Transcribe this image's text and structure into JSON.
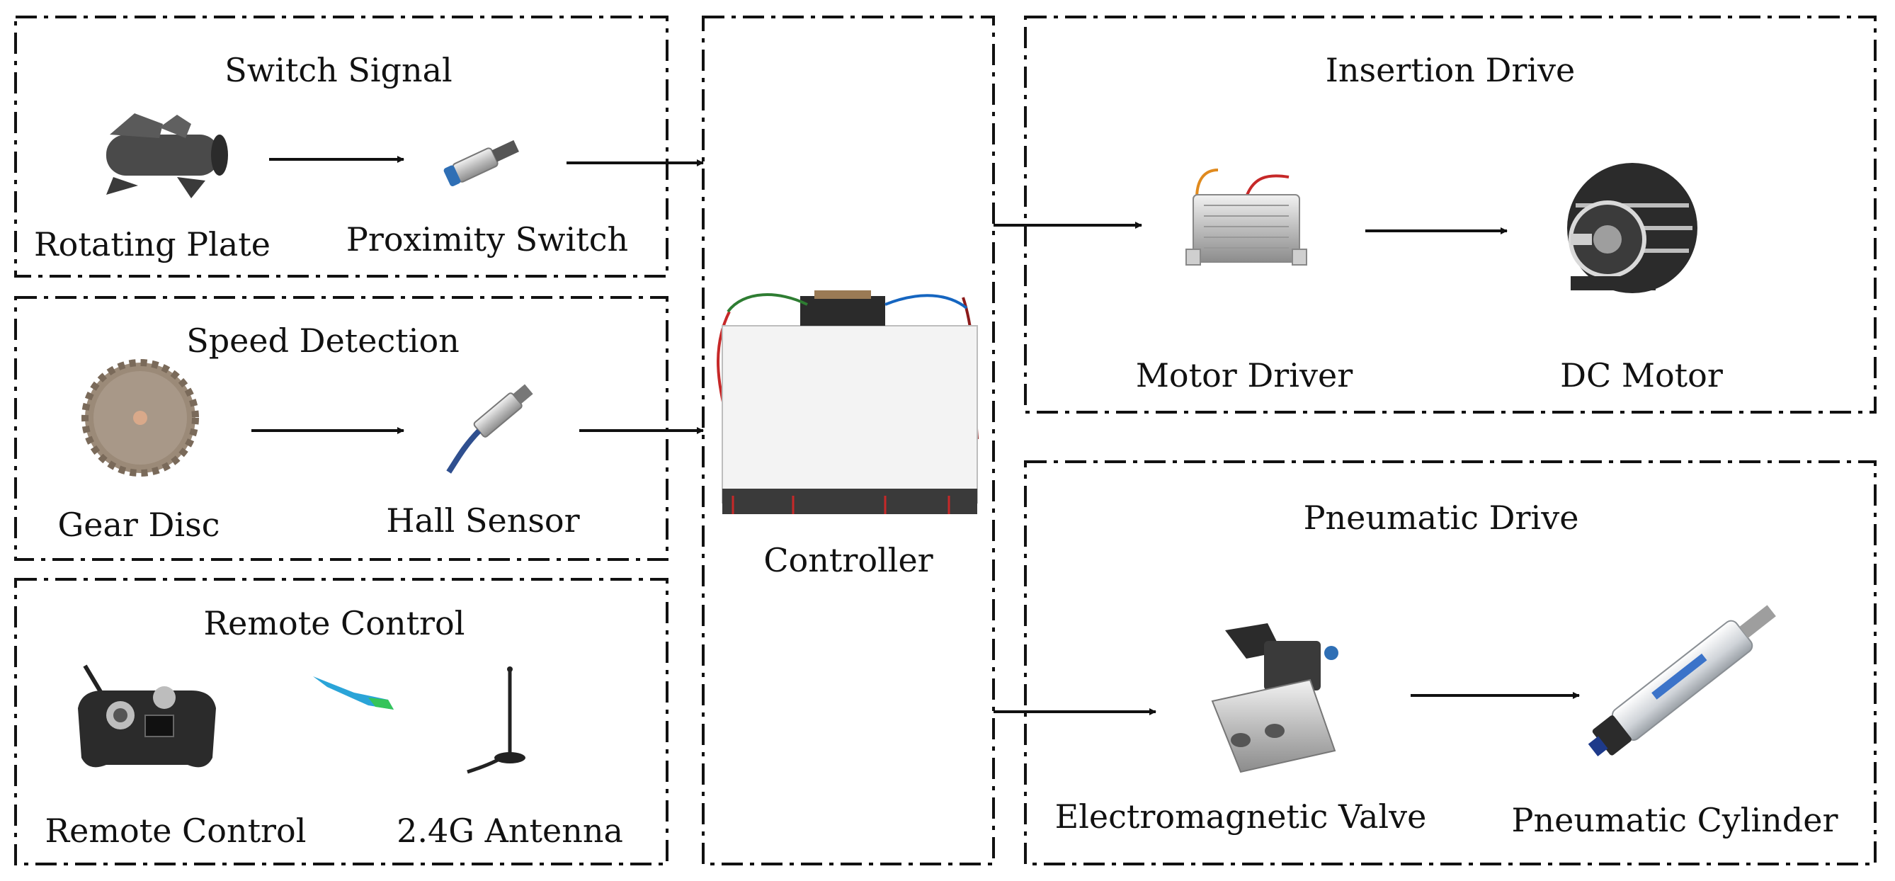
{
  "groups": {
    "switch_signal": {
      "title": "Switch Signal",
      "items": [
        "Rotating Plate",
        "Proximity Switch"
      ]
    },
    "speed_detection": {
      "title": "Speed Detection",
      "items": [
        "Gear Disc",
        "Hall Sensor"
      ]
    },
    "remote_control": {
      "title": "Remote Control",
      "items": [
        "Remote Control",
        "2.4G Antenna"
      ]
    },
    "controller": {
      "label": "Controller"
    },
    "insertion_drive": {
      "title": "Insertion Drive",
      "items": [
        "Motor Driver",
        "DC Motor"
      ]
    },
    "pneumatic_drive": {
      "title": "Pneumatic Drive",
      "items": [
        "Electromagnetic Valve",
        "Pneumatic Cylinder"
      ]
    }
  },
  "colors": {
    "line": "#111111",
    "device_light": "#d9d9d9",
    "device_dark": "#2b2b2b",
    "accent_blue": "#2f6fb5",
    "signal_blue": "#2aa4d8",
    "signal_green": "#35c45a"
  }
}
